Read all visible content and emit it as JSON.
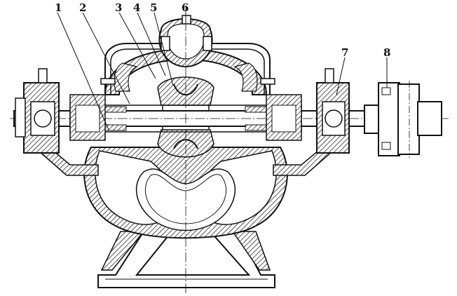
{
  "diagram": {
    "part_labels": [
      "1",
      "2",
      "3",
      "4",
      "5",
      "6",
      "7",
      "8"
    ]
  },
  "colors": {
    "ink": "#111111",
    "paper": "#ffffff"
  }
}
